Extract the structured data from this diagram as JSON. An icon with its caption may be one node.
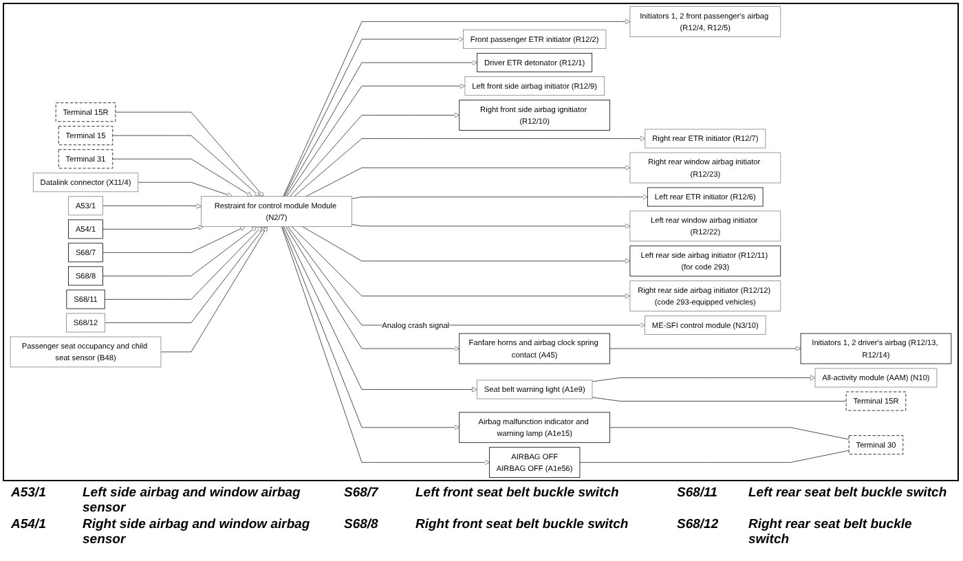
{
  "diagram": {
    "nodes": [
      {
        "text": [
          "Terminal 15R"
        ]
      },
      {
        "text": [
          "Terminal 15"
        ]
      },
      {
        "text": [
          "Terminal 31"
        ]
      },
      {
        "text": [
          "Datalink connector (X11/4)"
        ]
      },
      {
        "text": [
          "A53/1"
        ]
      },
      {
        "text": [
          "A54/1"
        ]
      },
      {
        "text": [
          "S68/7"
        ]
      },
      {
        "text": [
          "S68/8"
        ]
      },
      {
        "text": [
          "S68/11"
        ]
      },
      {
        "text": [
          "S68/12"
        ]
      },
      {
        "text": [
          "Passenger seat occupancy and child seat sensor (B48)"
        ]
      },
      {
        "text": [
          "Restraint for control module Module (N2/7)"
        ]
      },
      {
        "text": [
          "Fanfare horns and airbag clock spring contact (A45)"
        ]
      },
      {
        "text": [
          "Front passenger ETR initiator (R12/2)"
        ]
      },
      {
        "text": [
          "Driver ETR detonator (R12/1)"
        ]
      },
      {
        "text": [
          "Left front side airbag initiator (R12/9)"
        ]
      },
      {
        "text": [
          "Right front side airbag ignitiator (R12/10)"
        ]
      },
      {
        "text": [
          "Seat belt warning light (A1e9)"
        ]
      },
      {
        "text": [
          "Airbag malfunction indicator and warning lamp (A1e15)"
        ]
      },
      {
        "text": [
          "AIRBAG OFF",
          "AIRBAG OFF (A1e56)"
        ]
      },
      {
        "text": [
          "Initiators 1, 2 driver's airbag (R12/13, R12/14)"
        ]
      },
      {
        "text": [
          "Initiators 1, 2 front passenger's airbag (R12/4, R12/5)"
        ]
      },
      {
        "text": [
          "Right rear ETR initiator (R12/7)"
        ]
      },
      {
        "text": [
          "Right rear window airbag initiator (R12/23)"
        ]
      },
      {
        "text": [
          "Left rear ETR initiator (R12/6)"
        ]
      },
      {
        "text": [
          "Left rear window airbag initiator (R12/22)"
        ]
      },
      {
        "text": [
          "Left rear side airbag initiator (R12/11) (for code 293)"
        ]
      },
      {
        "text": [
          "Right rear side airbag initiator (R12/12) (code 293-equipped vehicles)"
        ]
      },
      {
        "text": [
          "All-activity module (AAM) (N10)"
        ]
      },
      {
        "text": [
          "ME-SFI control module (N3/10)"
        ]
      },
      {
        "text": [
          "Terminal 15R"
        ]
      },
      {
        "text": [
          "Terminal 30"
        ]
      }
    ],
    "edges": [
      {
        "from": 0,
        "to": 11,
        "arrow": "to"
      },
      {
        "from": 1,
        "to": 11,
        "arrow": "to"
      },
      {
        "from": 2,
        "to": 11,
        "arrow": "to"
      },
      {
        "from": 3,
        "to": 11,
        "arrow": "to"
      },
      {
        "from": 4,
        "to": 11,
        "arrow": "to"
      },
      {
        "from": 5,
        "to": 11,
        "arrow": "to"
      },
      {
        "from": 6,
        "to": 11,
        "arrow": "to"
      },
      {
        "from": 7,
        "to": 11,
        "arrow": "to"
      },
      {
        "from": 8,
        "to": 11,
        "arrow": "to"
      },
      {
        "from": 9,
        "to": 11,
        "arrow": "to"
      },
      {
        "from": 10,
        "to": 11,
        "arrow": "to"
      },
      {
        "from": 11,
        "to": 12,
        "arrow": "to"
      },
      {
        "from": 12,
        "to": 20,
        "arrow": "to"
      },
      {
        "from": 11,
        "to": 21,
        "arrow": "to"
      },
      {
        "from": 11,
        "to": 13,
        "arrow": "to"
      },
      {
        "from": 11,
        "to": 22,
        "arrow": "to"
      },
      {
        "from": 11,
        "to": 23,
        "arrow": "to"
      },
      {
        "from": 11,
        "to": 14,
        "arrow": "to"
      },
      {
        "from": 11,
        "to": 24,
        "arrow": "to"
      },
      {
        "from": 11,
        "to": 15,
        "arrow": "to"
      },
      {
        "from": 11,
        "to": 25,
        "arrow": "to"
      },
      {
        "from": 11,
        "to": 26,
        "arrow": "to"
      },
      {
        "from": 11,
        "to": 16,
        "arrow": "to"
      },
      {
        "from": 11,
        "to": 27,
        "arrow": "to"
      },
      {
        "from": 11,
        "to": 29,
        "arrow": "to",
        "label": "Analog crash signal"
      },
      {
        "from": 11,
        "to": 17,
        "arrow": "to"
      },
      {
        "from": 11,
        "to": 18,
        "arrow": "to"
      },
      {
        "from": 11,
        "to": 19,
        "arrow": "to"
      },
      {
        "from": 17,
        "to": 28,
        "arrow": "to"
      },
      {
        "from": 17,
        "to": 30,
        "arrow": "none"
      },
      {
        "from": 18,
        "to": 31,
        "arrow": "none"
      },
      {
        "from": 19,
        "to": 31,
        "arrow": "none"
      }
    ],
    "labels": [
      "A53/1",
      "Left side airbag and window airbag sensor",
      "S68/7",
      "Left front seat belt buckle switch",
      "S68/11",
      "Left rear seat belt buckle switch",
      "A54/1",
      "Right side airbag and window airbag sensor",
      "S68/8",
      "Right front seat belt buckle switch",
      "S68/12",
      "Right rear seat belt buckle switch"
    ]
  }
}
